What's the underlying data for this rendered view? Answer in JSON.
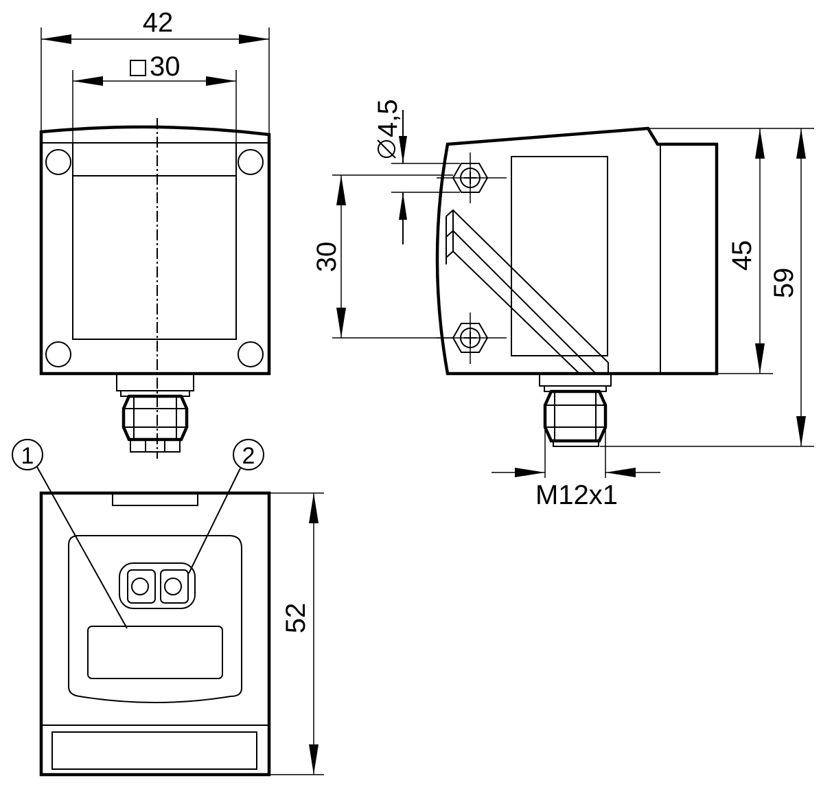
{
  "dimensions": {
    "width_top": "42",
    "square_top": "30",
    "hole_diameter": "4,5",
    "hole_spacing": "30",
    "height_body": "45",
    "height_total": "59",
    "thread": "M12x1",
    "depth_front": "52"
  },
  "callouts": {
    "one": "1",
    "two": "2"
  }
}
